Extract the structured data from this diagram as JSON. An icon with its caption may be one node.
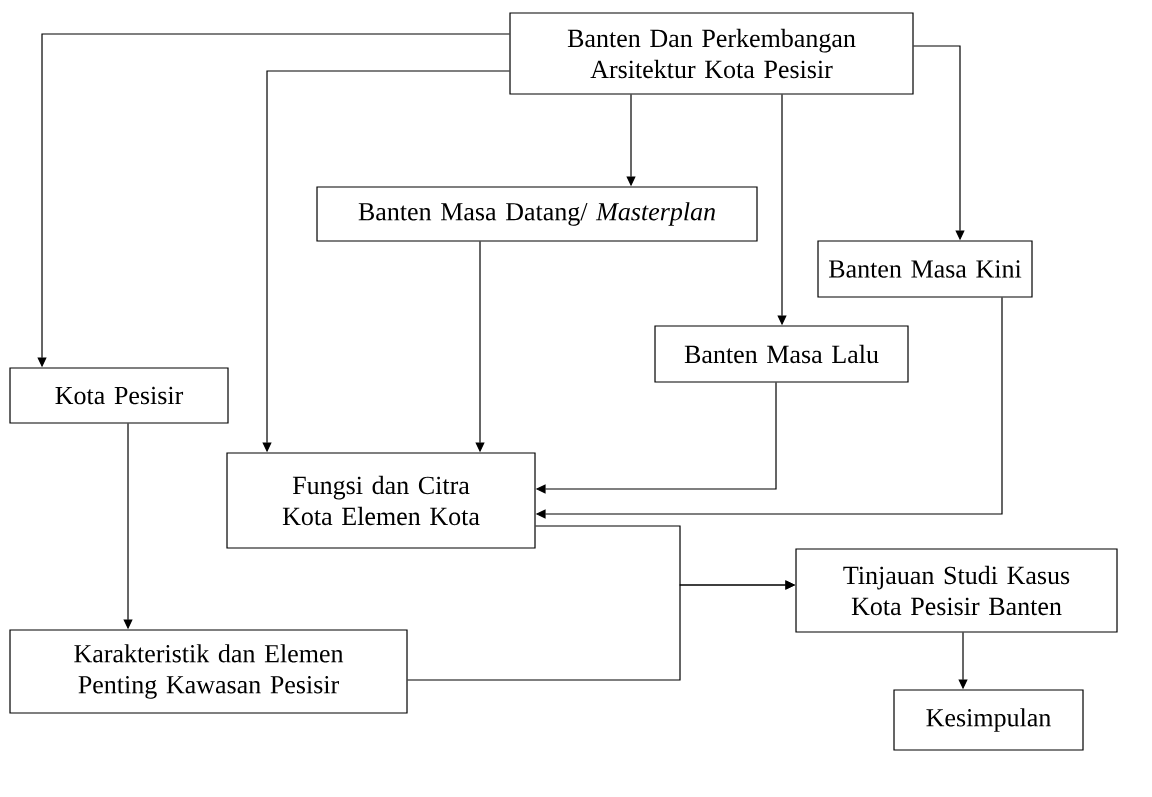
{
  "diagram": {
    "nodes": [
      {
        "text": [
          "Banten Dan Perkembangan Arsitektur Kota Pesisir"
        ]
      },
      {
        "text": [
          "Banten Masa Datang/ *Masterplan*"
        ]
      },
      {
        "text": [
          "Banten Masa Kini"
        ]
      },
      {
        "text": [
          "Banten Masa Lalu"
        ]
      },
      {
        "text": [
          "Kota Pesisir"
        ]
      },
      {
        "text": [
          "Fungsi dan Citra Kota Elemen Kota"
        ]
      },
      {
        "text": [
          "Tinjauan Studi Kasus Kota Pesisir Banten"
        ]
      },
      {
        "text": [
          "Karakteristik dan Elemen Penting Kawasan Pesisir"
        ]
      },
      {
        "text": [
          "Kesimpulan"
        ]
      }
    ],
    "edges": [
      {
        "from": 0,
        "to": 4,
        "arrow": "to"
      },
      {
        "from": 0,
        "to": 5,
        "arrow": "to"
      },
      {
        "from": 0,
        "to": 1,
        "arrow": "to"
      },
      {
        "from": 0,
        "to": 3,
        "arrow": "to"
      },
      {
        "from": 0,
        "to": 2,
        "arrow": "to"
      },
      {
        "from": 1,
        "to": 5,
        "arrow": "to"
      },
      {
        "from": 3,
        "to": 5,
        "arrow": "to"
      },
      {
        "from": 2,
        "to": 5,
        "arrow": "to"
      },
      {
        "from": 4,
        "to": 7,
        "arrow": "to"
      },
      {
        "from": 5,
        "to": 6,
        "arrow": "to"
      },
      {
        "from": 7,
        "to": 6,
        "arrow": "to"
      },
      {
        "from": 6,
        "to": 8,
        "arrow": "to"
      }
    ]
  }
}
